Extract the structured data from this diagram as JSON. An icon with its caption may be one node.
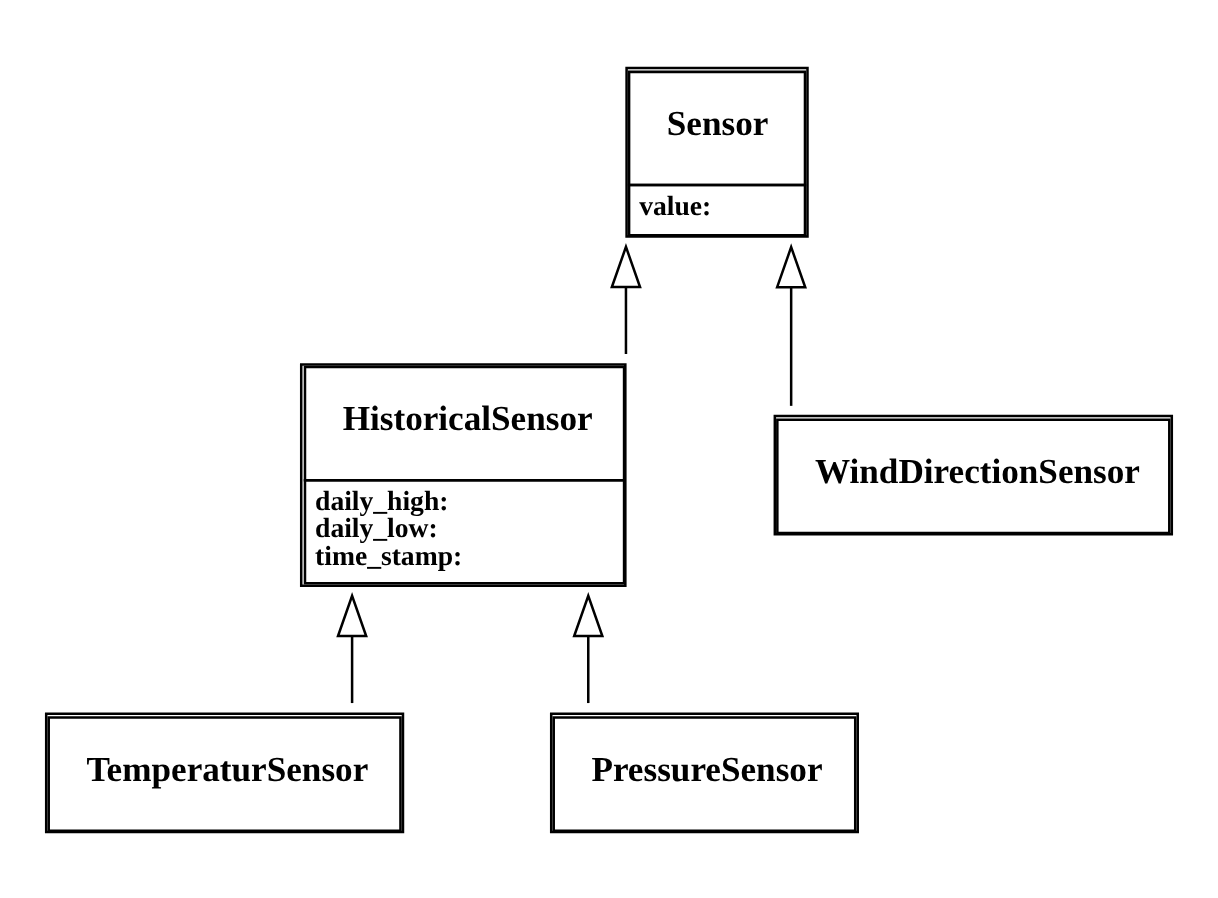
{
  "diagram": {
    "nodes": [
      {
        "text": [
          "Sensor",
          "value:"
        ]
      },
      {
        "text": [
          "HistoricalSensor",
          "daily_high: daily_low: time_stamp:"
        ]
      },
      {
        "text": [
          "WindDirectionSensor"
        ]
      },
      {
        "text": [
          "TemperaturSensor"
        ]
      },
      {
        "text": [
          "PressureSensor"
        ]
      }
    ],
    "edges": [
      {
        "from": 1,
        "to": 0,
        "arrow": "to"
      },
      {
        "from": 2,
        "to": 0,
        "arrow": "to"
      },
      {
        "from": 3,
        "to": 1,
        "arrow": "to"
      },
      {
        "from": 4,
        "to": 1,
        "arrow": "to"
      }
    ]
  }
}
